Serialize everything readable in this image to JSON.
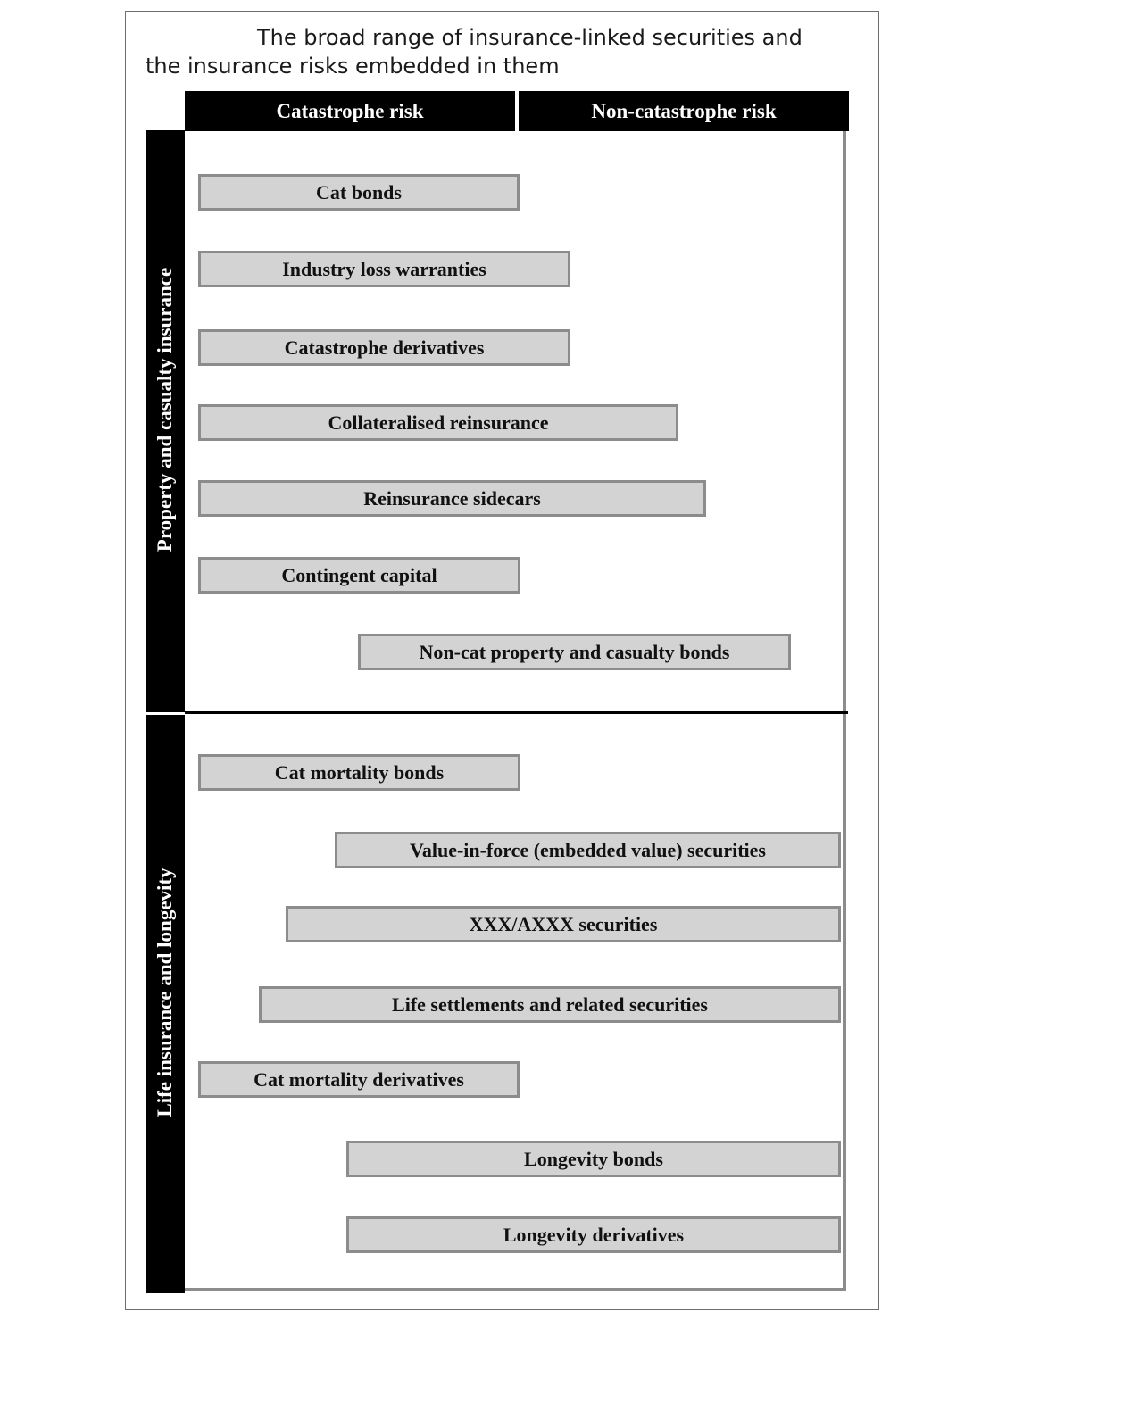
{
  "title": "The broad range of insurance-linked securities and the insurance risks embedded in them",
  "columns": {
    "catastrophe": "Catastrophe risk",
    "non_catastrophe": "Non-catastrophe risk"
  },
  "rows": {
    "property_casualty": "Property and casualty insurance",
    "life_longevity": "Life insurance and longevity"
  },
  "instruments": {
    "property_casualty": [
      "Cat bonds",
      "Industry loss warranties",
      "Catastrophe derivatives",
      "Collateralised reinsurance",
      "Reinsurance sidecars",
      "Contingent capital",
      "Non-cat property and casualty bonds"
    ],
    "life_longevity": [
      "Cat mortality bonds",
      "Value-in-force (embedded value) securities",
      "XXX/AXXX securities",
      "Life settlements and related securities",
      "Cat mortality derivatives",
      "Longevity bonds",
      "Longevity derivatives"
    ]
  },
  "colors": {
    "header_bg": "#000000",
    "header_text": "#ffffff",
    "bar_fill": "#d3d3d3",
    "bar_border": "#8c8c8c"
  }
}
